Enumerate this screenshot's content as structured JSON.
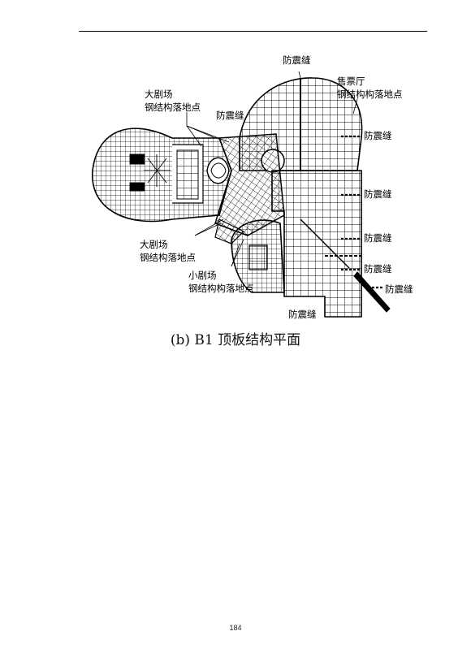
{
  "figure": {
    "labels": {
      "big_theater_top_1": "大剧场",
      "big_theater_top_2": "钢结构落地点",
      "seismic_joint_top_left": "防震缝",
      "seismic_joint_top": "防震缝",
      "ticket_hall_1": "售票厅",
      "ticket_hall_2": "钢结构构落地点",
      "seismic_joint_r1": "防震缝",
      "seismic_joint_r2": "防震缝",
      "seismic_joint_r3": "防震缝",
      "seismic_joint_r4": "防震缝",
      "seismic_joint_r5": "防震缝",
      "big_theater_bottom_1": "大剧场",
      "big_theater_bottom_2": "钢结构落地点",
      "small_theater_1": "小剧场",
      "small_theater_2": "钢结构构落地点",
      "seismic_joint_bottom": "防震缝"
    },
    "caption": "(b)  B1 顶板结构平面"
  },
  "page_number": "184"
}
